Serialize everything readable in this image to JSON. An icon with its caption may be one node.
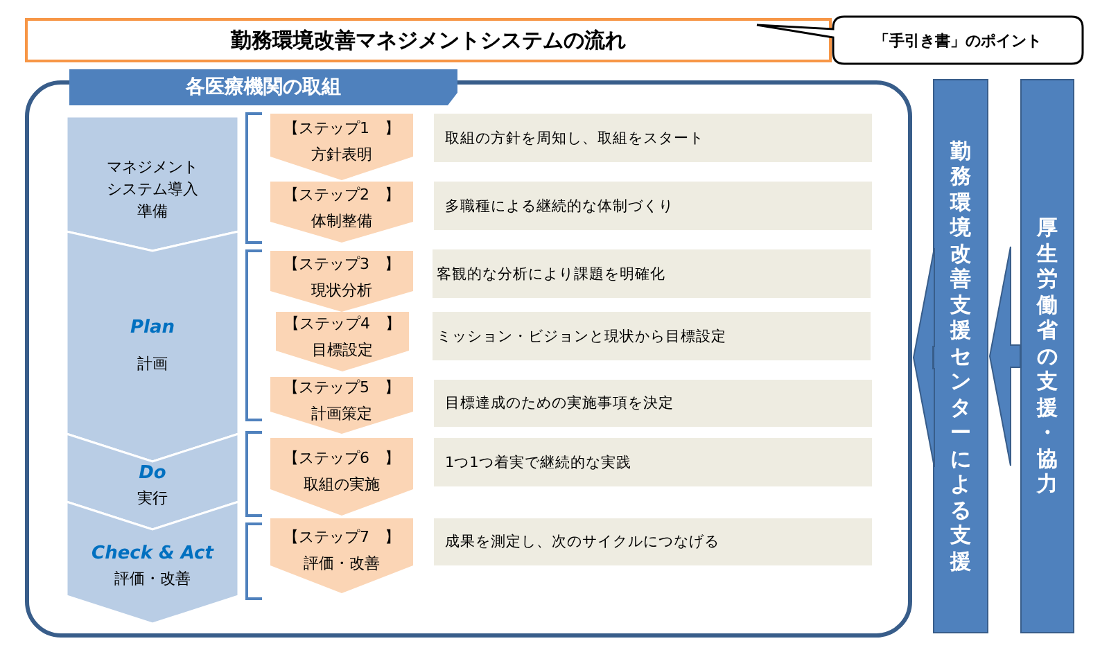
{
  "diagram": {
    "title": "勤務環境改善マネジメントシステムの流れ",
    "nodes": [
      {
        "text": [
          "「手引き書」のポイント"
        ]
      },
      {
        "text": [
          "各医療機関の取組"
        ]
      },
      {
        "text": [
          "マネジメントシステム導入準備"
        ],
        "in": 1
      },
      {
        "text": [
          "【ステップ1　】",
          "方針表明"
        ],
        "in": 1
      },
      {
        "text": [
          "取組の方針を周知し、取組をスタート"
        ],
        "in": 1
      },
      {
        "text": [
          "【ステップ2　】",
          "体制整備"
        ],
        "in": 1
      },
      {
        "text": [
          "多職種による継続的な体制づくり"
        ],
        "in": 1
      },
      {
        "text": [
          "Plan",
          "計画"
        ],
        "in": 1
      },
      {
        "text": [
          "【ステップ3　】",
          "現状分析"
        ],
        "in": 1
      },
      {
        "text": [
          "客観的な分析により課題を明確化"
        ],
        "in": 1
      },
      {
        "text": [
          "【ステップ4　】",
          "目標設定"
        ],
        "in": 1
      },
      {
        "text": [
          "ミッション・ビジョンと現状から目標設定"
        ],
        "in": 1
      },
      {
        "text": [
          "【ステップ5　】",
          "計画策定"
        ],
        "in": 1
      },
      {
        "text": [
          "目標達成のための実施事項を決定"
        ],
        "in": 1
      },
      {
        "text": [
          "Do",
          "実行"
        ],
        "in": 1
      },
      {
        "text": [
          "【ステップ6　】",
          "取組の実施"
        ],
        "in": 1
      },
      {
        "text": [
          "1つ1つ着実で継続的な実践"
        ],
        "in": 1
      },
      {
        "text": [
          "Check & Act",
          "評価・改善"
        ],
        "in": 1
      },
      {
        "text": [
          "【ステップ7　】",
          "評価・改善"
        ],
        "in": 1
      },
      {
        "text": [
          "成果を測定し、次のサイクルにつなげる"
        ],
        "in": 1
      },
      {
        "text": [
          "勤務環境改善支援センターによる支援"
        ]
      },
      {
        "text": [
          "厚生労働省の支援・協力"
        ]
      }
    ],
    "edges": [
      {
        "from": 21,
        "to": 20,
        "arrow": "to"
      },
      {
        "from": 20,
        "to": 1,
        "arrow": "to"
      }
    ]
  }
}
